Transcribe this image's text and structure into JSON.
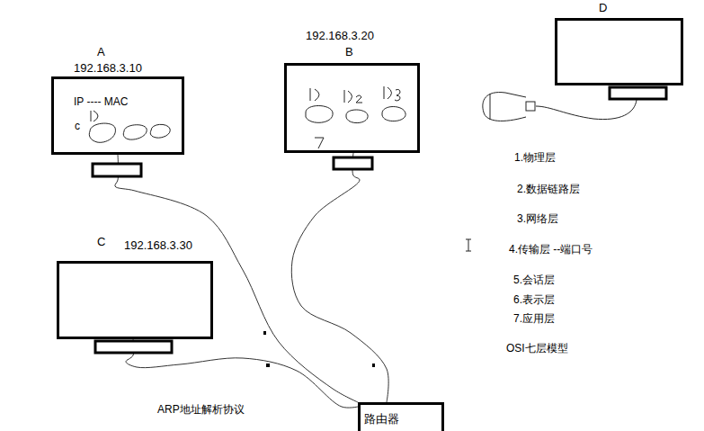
{
  "diagram": {
    "nodes": [
      {
        "text": [
          "A",
          "192.168.3.10",
          "IP ---- MAC",
          "c"
        ]
      },
      {
        "text": [
          "192.168.3.20",
          "B"
        ]
      },
      {
        "text": [
          "D"
        ]
      },
      {
        "text": [
          "C",
          "192.168.3.30"
        ]
      },
      {
        "text": [
          "路由器"
        ]
      }
    ],
    "edges": [
      {
        "from": 0,
        "to": 4,
        "arrow": "none"
      },
      {
        "from": 1,
        "to": 4,
        "arrow": "none"
      },
      {
        "from": 3,
        "to": 4,
        "arrow": "none"
      }
    ],
    "labels": [
      "ARP地址解析协议",
      "1.物理层",
      "2.数据链路层",
      "3.网络层",
      "4.传输层 --端口号",
      "5.会话层",
      "6.表示层",
      "7.应用层",
      "OSI七层模型"
    ]
  }
}
